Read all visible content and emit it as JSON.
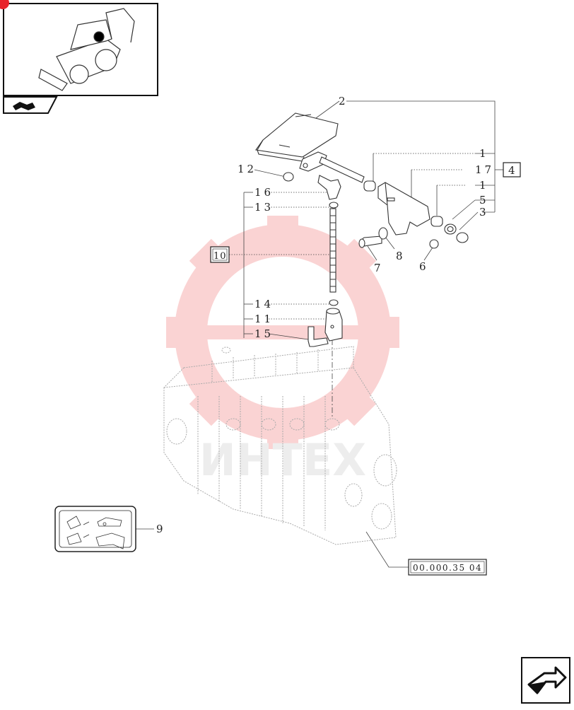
{
  "header": {
    "brand_color": "#e8232a"
  },
  "callouts": [
    {
      "id": "c2",
      "label": "2"
    },
    {
      "id": "c1a",
      "label": "1"
    },
    {
      "id": "c17",
      "label": "17"
    },
    {
      "id": "c1b",
      "label": "1"
    },
    {
      "id": "c5",
      "label": "5"
    },
    {
      "id": "c3",
      "label": "3"
    },
    {
      "id": "c12",
      "label": "12"
    },
    {
      "id": "c16",
      "label": "16"
    },
    {
      "id": "c13",
      "label": "13"
    },
    {
      "id": "c14",
      "label": "14"
    },
    {
      "id": "c11",
      "label": "11"
    },
    {
      "id": "c15",
      "label": "15"
    },
    {
      "id": "c7",
      "label": "7"
    },
    {
      "id": "c8",
      "label": "8"
    },
    {
      "id": "c6",
      "label": "6"
    },
    {
      "id": "c9",
      "label": "9"
    }
  ],
  "boxed_refs": {
    "kit_4": "4",
    "kit_10": "10",
    "reference_code": "00.000.35 04"
  },
  "watermark": {
    "text": "ИНТЕХ",
    "color": "#f4a0a0"
  },
  "icons": {
    "machine_thumbnail": "backhoe-loader-icon",
    "section_tab": "section-arrow-icon",
    "next_page": "next-page-arrow-icon"
  }
}
